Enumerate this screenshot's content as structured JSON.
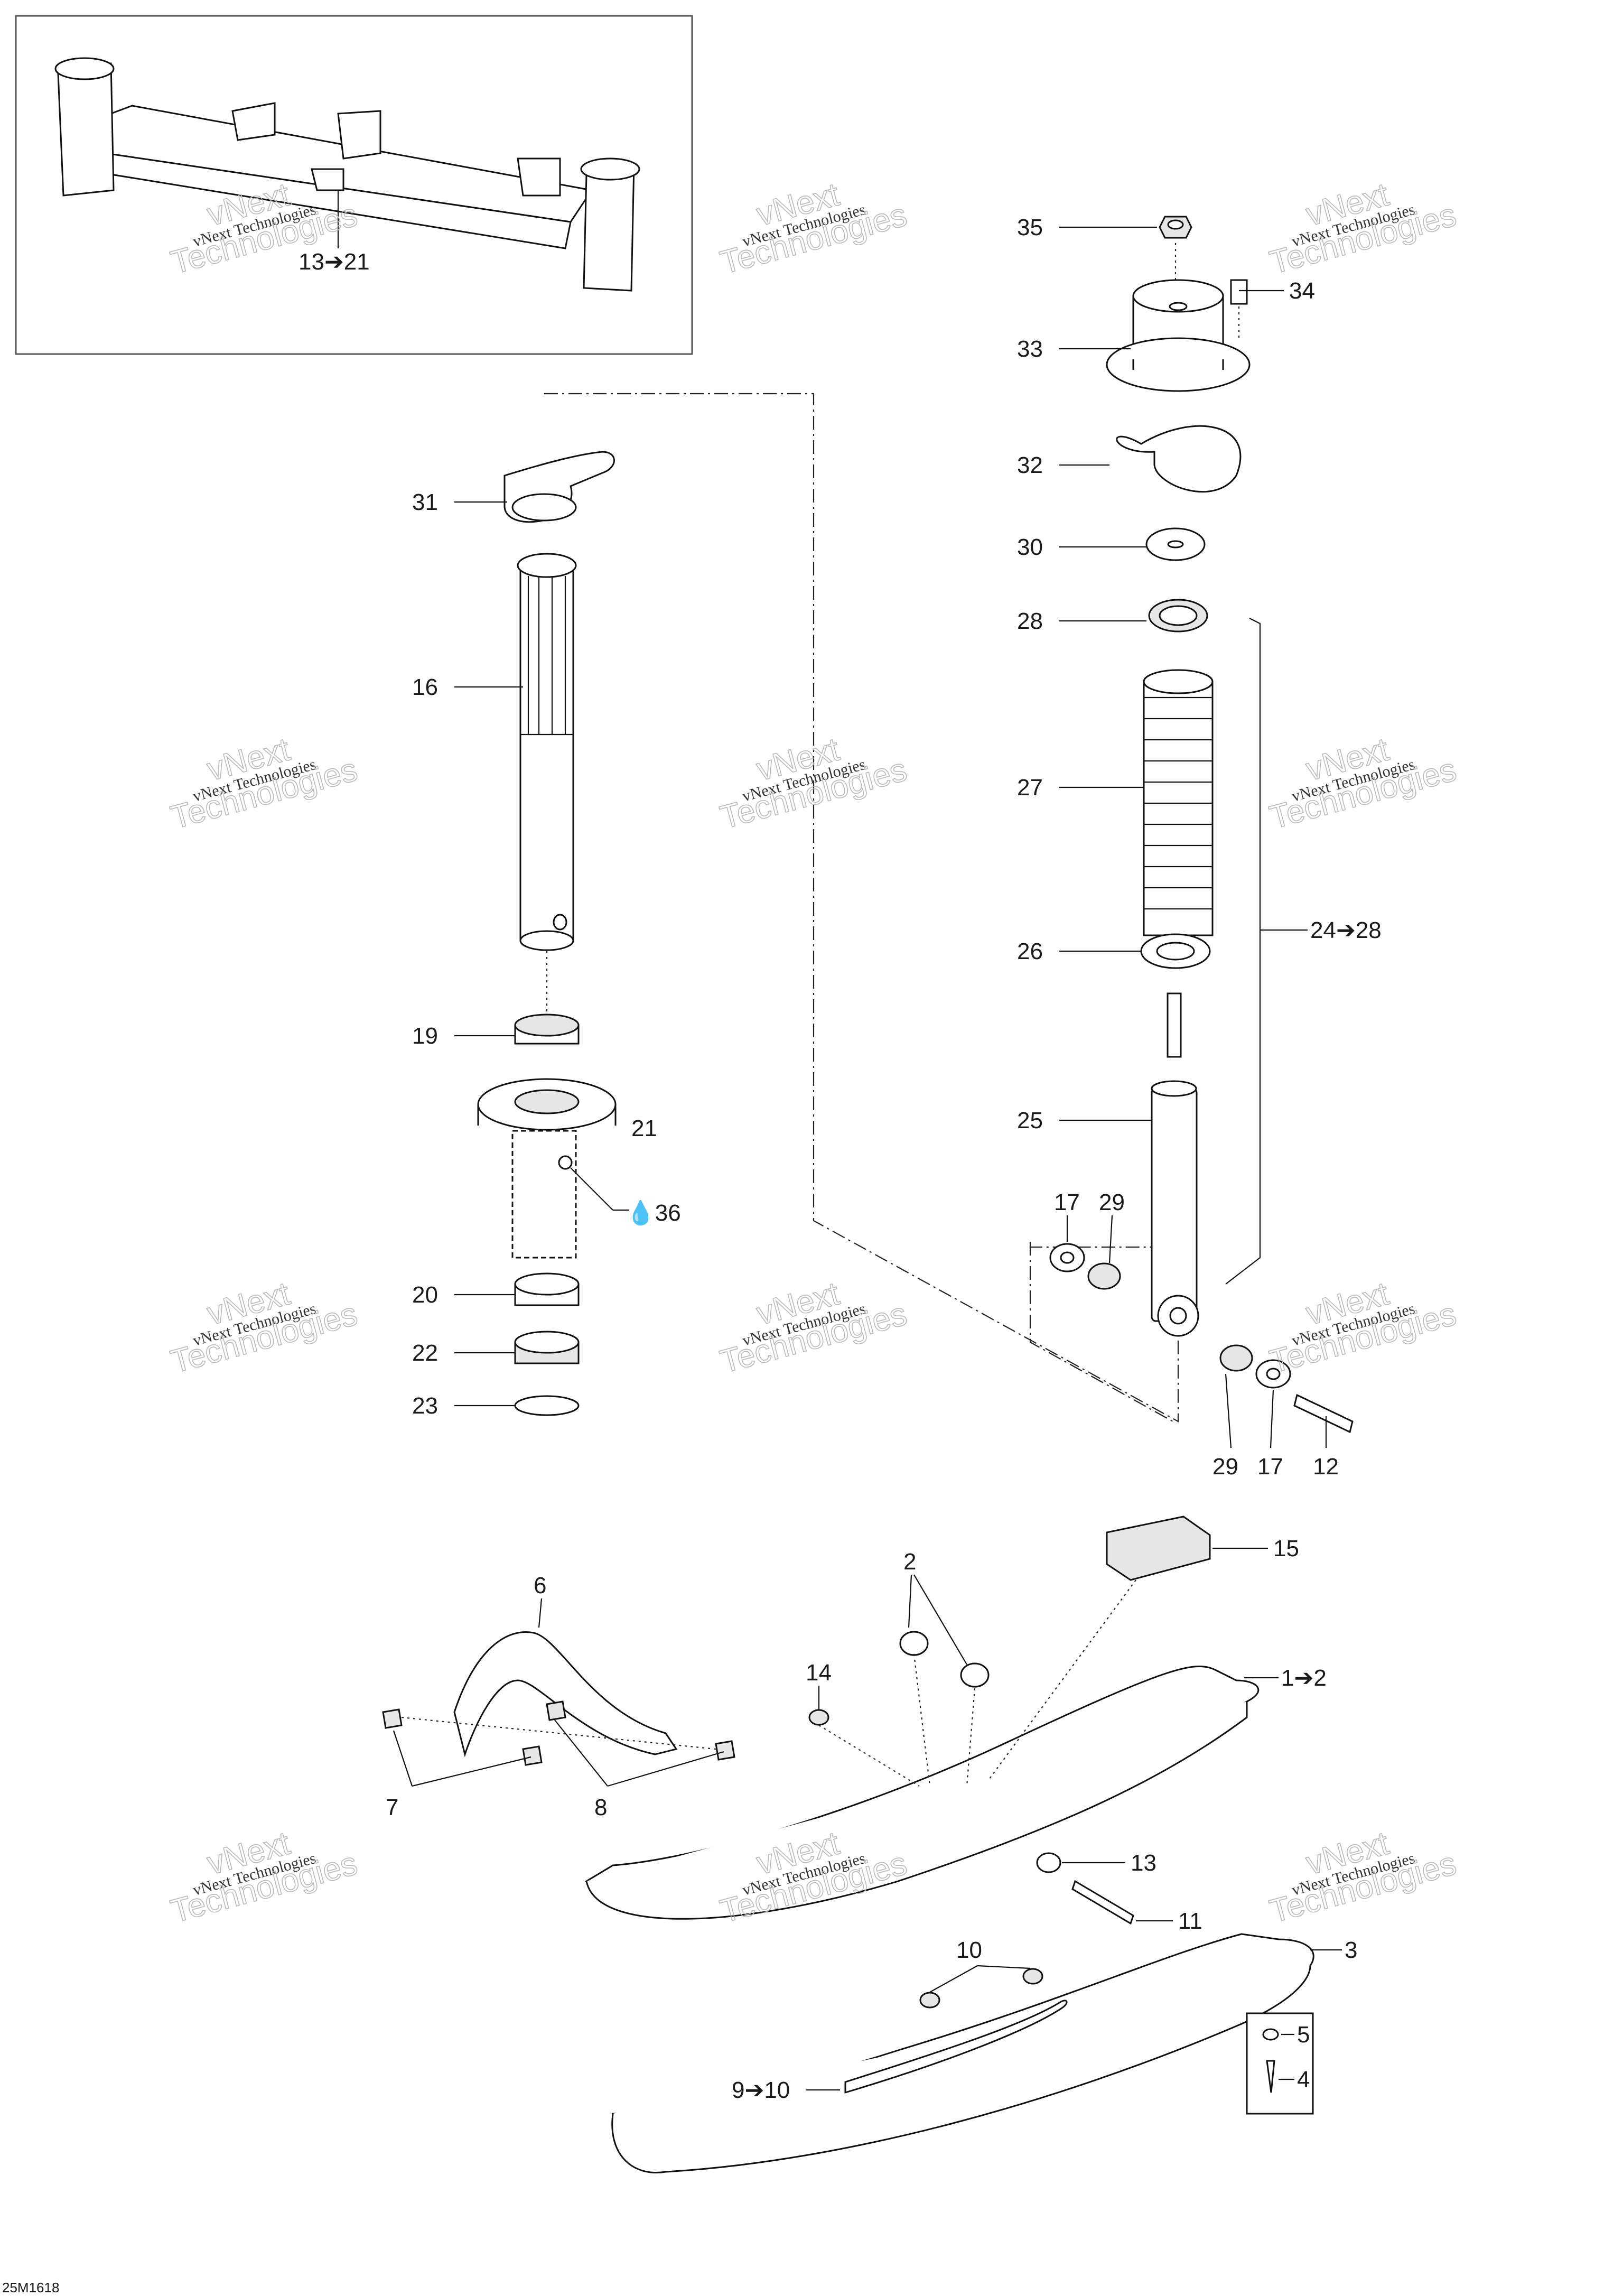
{
  "ref_code": "25M1618",
  "watermark": {
    "small_text": "vNext Technologies",
    "big_line1": "vNext",
    "big_line2": "Technologies"
  },
  "callouts": {
    "c35": "35",
    "c34": "34",
    "c33": "33",
    "c32": "32",
    "c30": "30",
    "c28": "28",
    "c27": "27",
    "c26": "26",
    "c24_28": "24➔28",
    "c25": "25",
    "c17a": "17",
    "c29a": "29",
    "c29b": "29",
    "c17b": "17",
    "c12": "12",
    "c13_21": "13➔21",
    "c31": "31",
    "c16": "16",
    "c19": "19",
    "c21": "21",
    "c36": "💧36",
    "c20": "20",
    "c22": "22",
    "c23": "23",
    "c15": "15",
    "c2": "2",
    "c6": "6",
    "c14": "14",
    "c1_2": "1➔2",
    "c7": "7",
    "c8": "8",
    "c13": "13",
    "c11": "11",
    "c10": "10",
    "c3": "3",
    "c9_10": "9➔10",
    "c5": "5",
    "c4": "4"
  }
}
